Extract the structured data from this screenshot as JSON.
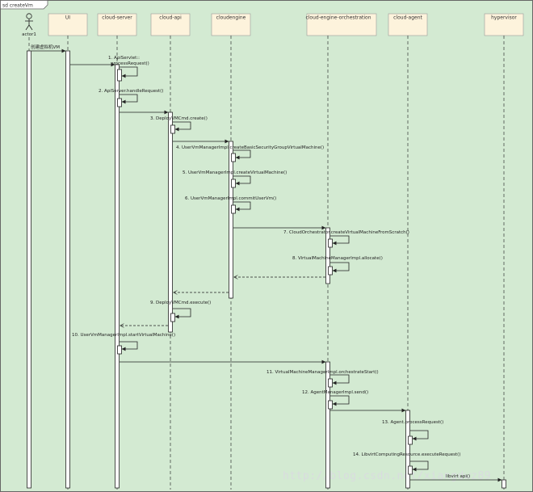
{
  "frame": {
    "label": "sd createVm"
  },
  "actor": {
    "name": "actor1"
  },
  "lifelines": [
    {
      "id": "ui",
      "name": "UI"
    },
    {
      "id": "server",
      "name": "cloud-server"
    },
    {
      "id": "api",
      "name": "cloud-api"
    },
    {
      "id": "engine",
      "name": "cloudengine"
    },
    {
      "id": "orch",
      "name": "cloud-engine-orchestration"
    },
    {
      "id": "agent",
      "name": "cloud-agent"
    },
    {
      "id": "hyper",
      "name": "hypervisor"
    }
  ],
  "messages": [
    {
      "label": "创建虚拟机VM"
    },
    {
      "label": "1.  ApiServlet::\nprocessRequest()"
    },
    {
      "label": "2.  ApiServer.handleRequest()"
    },
    {
      "label": "3.  DeployVMCmd.create()"
    },
    {
      "label": "4.  UserVmManagerImpl.createBasicSecurityGroupVirtualMachine()"
    },
    {
      "label": "5.  UserVmManagerImpl.createVirtualMachine()"
    },
    {
      "label": "6.  UserVmManagerImpl.commitUserVm()"
    },
    {
      "label": "7.  CloudOrchestrator.createVirtualMachineFromScratch()"
    },
    {
      "label": "8.  VirtualMachineManagerImpl.allocate()"
    },
    {
      "label": "9.  DeployVMCmd.execute()"
    },
    {
      "label": "10.  UserVmManagerImpl.startVirtualMachine()"
    },
    {
      "label": "11.  VirtualMachineManagerImpl.orchestrateStart()"
    },
    {
      "label": "12.  AgentManagerImpl.send()"
    },
    {
      "label": "13.  Agent.processRequest()"
    },
    {
      "label": "14.  LibvirtComputingResource.executeRequest()"
    },
    {
      "label": "libvirt api()"
    }
  ],
  "watermark": {
    "text": "http://blog.csdn.net/xiangdwz89"
  },
  "colors": {
    "background": "#d3ead2",
    "head_fill": "#fdf3dc",
    "line": "#222222"
  }
}
